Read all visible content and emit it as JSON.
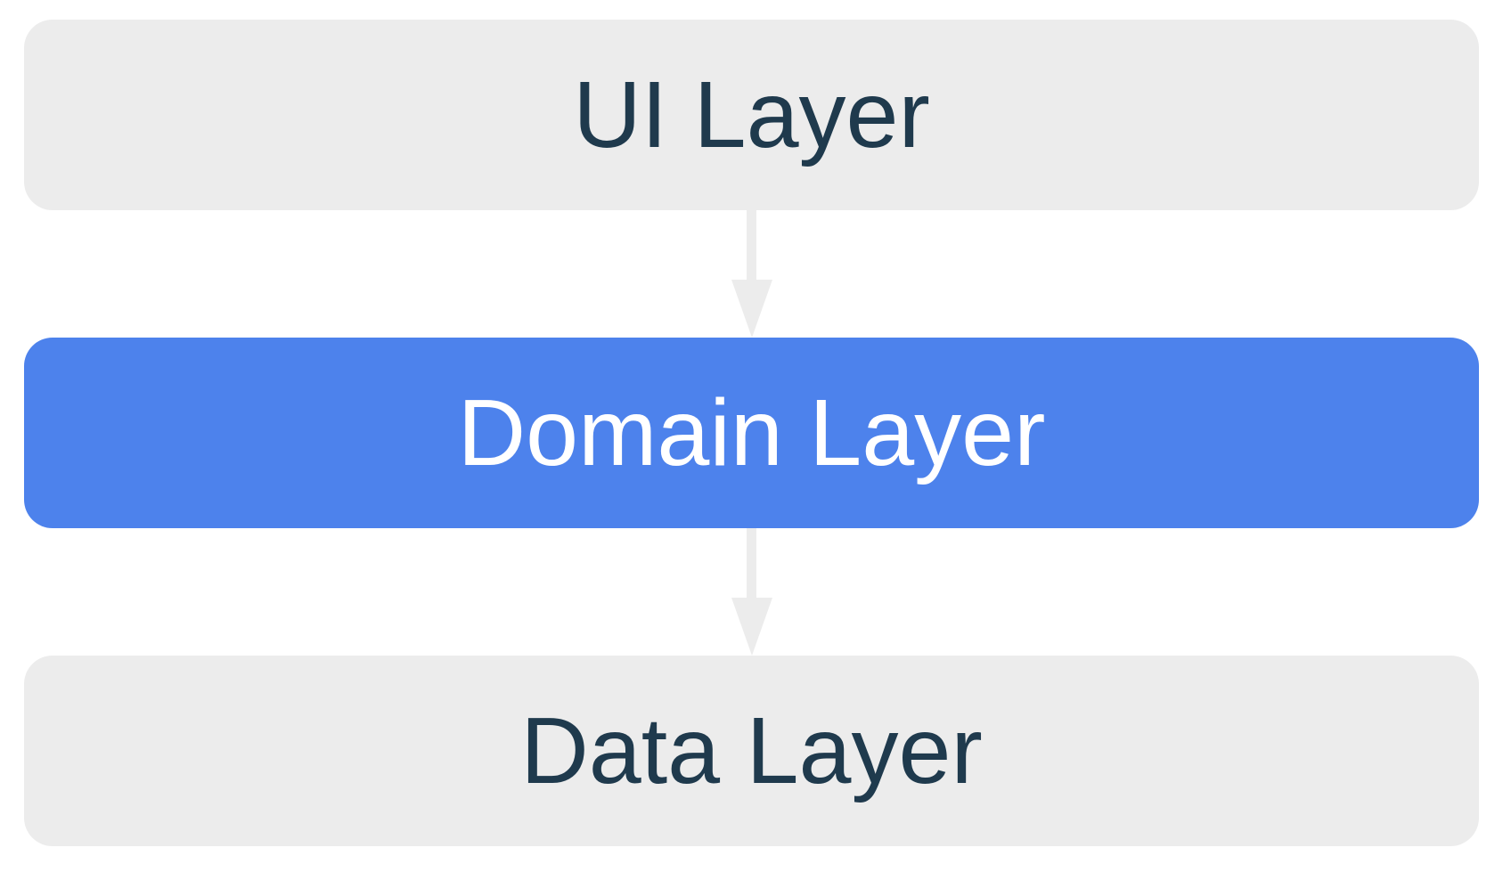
{
  "diagram": {
    "type": "layered-architecture",
    "background": "#ffffff",
    "layers": [
      {
        "id": "ui-layer",
        "label": "UI Layer",
        "fill": "#ececec",
        "text_color": "#1f3a4d",
        "emphasized": false
      },
      {
        "id": "domain-layer",
        "label": "Domain Layer",
        "fill": "#4d82ec",
        "text_color": "#ffffff",
        "emphasized": true
      },
      {
        "id": "data-layer",
        "label": "Data Layer",
        "fill": "#ececec",
        "text_color": "#1f3a4d",
        "emphasized": false
      }
    ],
    "arrows": [
      {
        "from": "ui-layer",
        "to": "domain-layer",
        "direction": "down",
        "color": "#ececec"
      },
      {
        "from": "domain-layer",
        "to": "data-layer",
        "direction": "down",
        "color": "#ececec"
      }
    ]
  }
}
